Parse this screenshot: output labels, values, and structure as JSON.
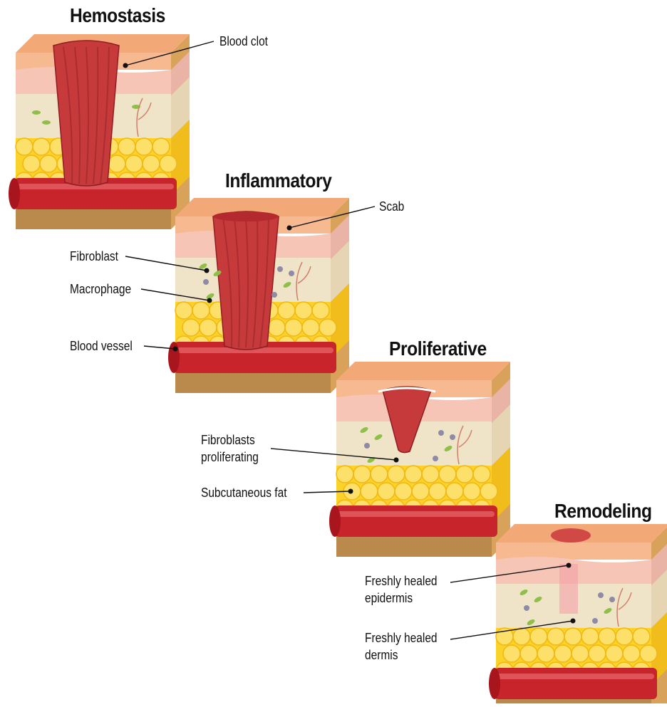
{
  "stages": [
    {
      "title": "Hemostasis",
      "wound": "clot"
    },
    {
      "title": "Inflammatory",
      "wound": "scab"
    },
    {
      "title": "Proliferative",
      "wound": "shrinking-scab"
    },
    {
      "title": "Remodeling",
      "wound": "scar"
    }
  ],
  "labels": {
    "blood_clot": "Blood clot",
    "scab": "Scab",
    "fibroblast": "Fibroblast",
    "macrophage": "Macrophage",
    "blood_vessel": "Blood vessel",
    "fibroblasts_proliferating_l1": "Fibroblasts",
    "fibroblasts_proliferating_l2": "proliferating",
    "subcutaneous_fat": "Subcutaneous fat",
    "freshly_healed_epidermis_l1": "Freshly healed",
    "freshly_healed_epidermis_l2": "epidermis",
    "freshly_healed_dermis_l1": "Freshly healed",
    "freshly_healed_dermis_l2": "dermis"
  },
  "colors": {
    "epidermis_top": "#f3a877",
    "epidermis_front": "#f6c5b5",
    "dermis": "#f0e4c8",
    "fat": "#fbd22a",
    "base": "#b98a4c",
    "vessel": "#c7242b",
    "clot": "#c63a3c",
    "fibroblast": "#8fbf4a",
    "macrophage": "#8f8aa6"
  }
}
